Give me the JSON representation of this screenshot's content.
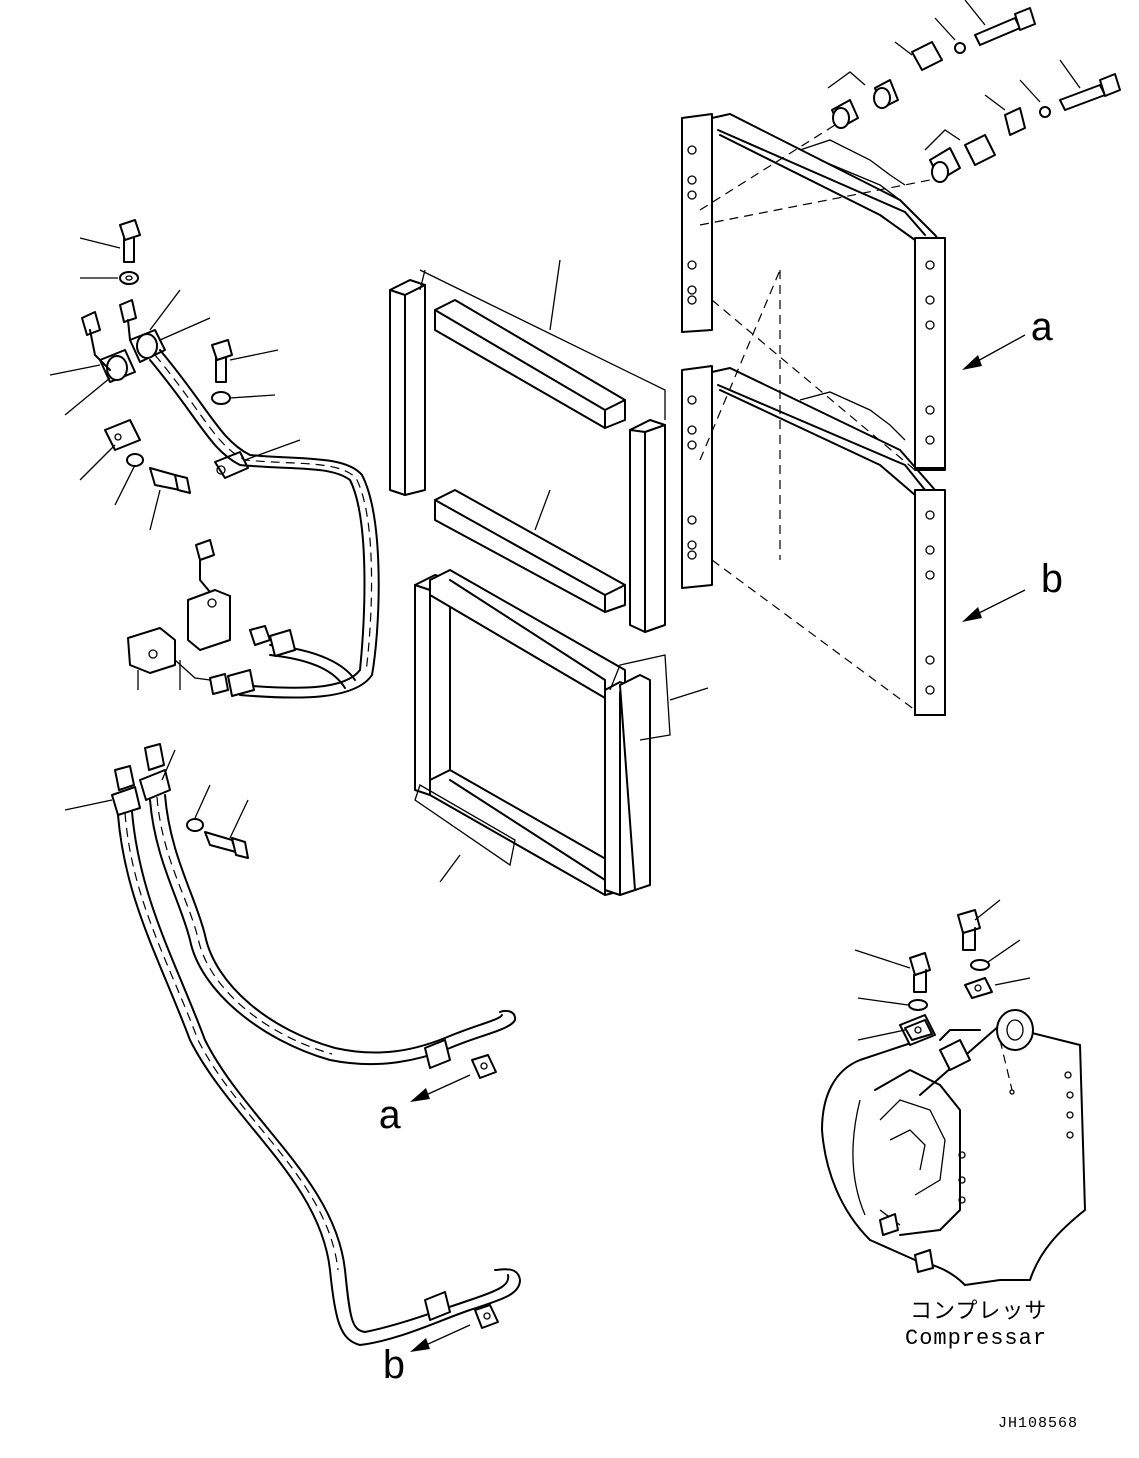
{
  "connection_labels": {
    "a_on_condenser": "a",
    "b_on_condenser": "b",
    "a_on_hose": "a",
    "b_on_hose": "b"
  },
  "compressor_caption": {
    "japanese": "コンプレッサ",
    "english": "Compressar"
  },
  "drawing_code": "JH108568"
}
